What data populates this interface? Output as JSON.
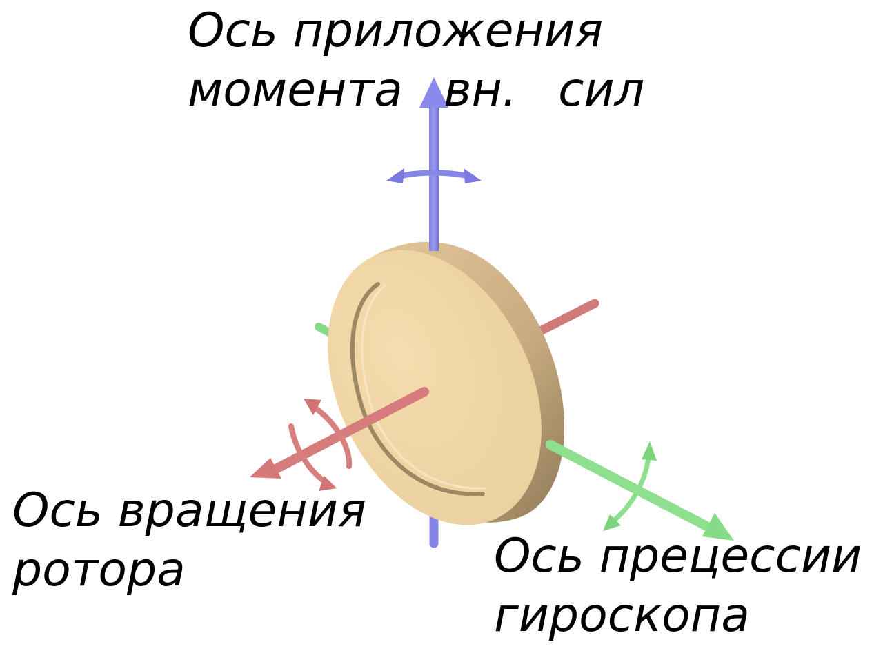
{
  "labels": {
    "torque_axis": {
      "line1": "Ось приложения",
      "line2": "момента вн. сил"
    },
    "rotation_axis": {
      "line1": "Ось вращения",
      "line2": "ротора"
    },
    "precession_axis": {
      "line1": "Ось прецессии",
      "line2": "гироскопа"
    }
  },
  "colors": {
    "torque_axis": "#8c8cec",
    "torque_axis_dark": "#6a6ad0",
    "rotation_axis": "#d67c7c",
    "rotation_axis_dark": "#b05e5e",
    "precession_axis": "#8ee08e",
    "precession_axis_dark": "#62c062",
    "rotor_face": "#f0d6a8",
    "rotor_edge": "#c8aa80",
    "rotor_shadow": "#8e7a58"
  }
}
